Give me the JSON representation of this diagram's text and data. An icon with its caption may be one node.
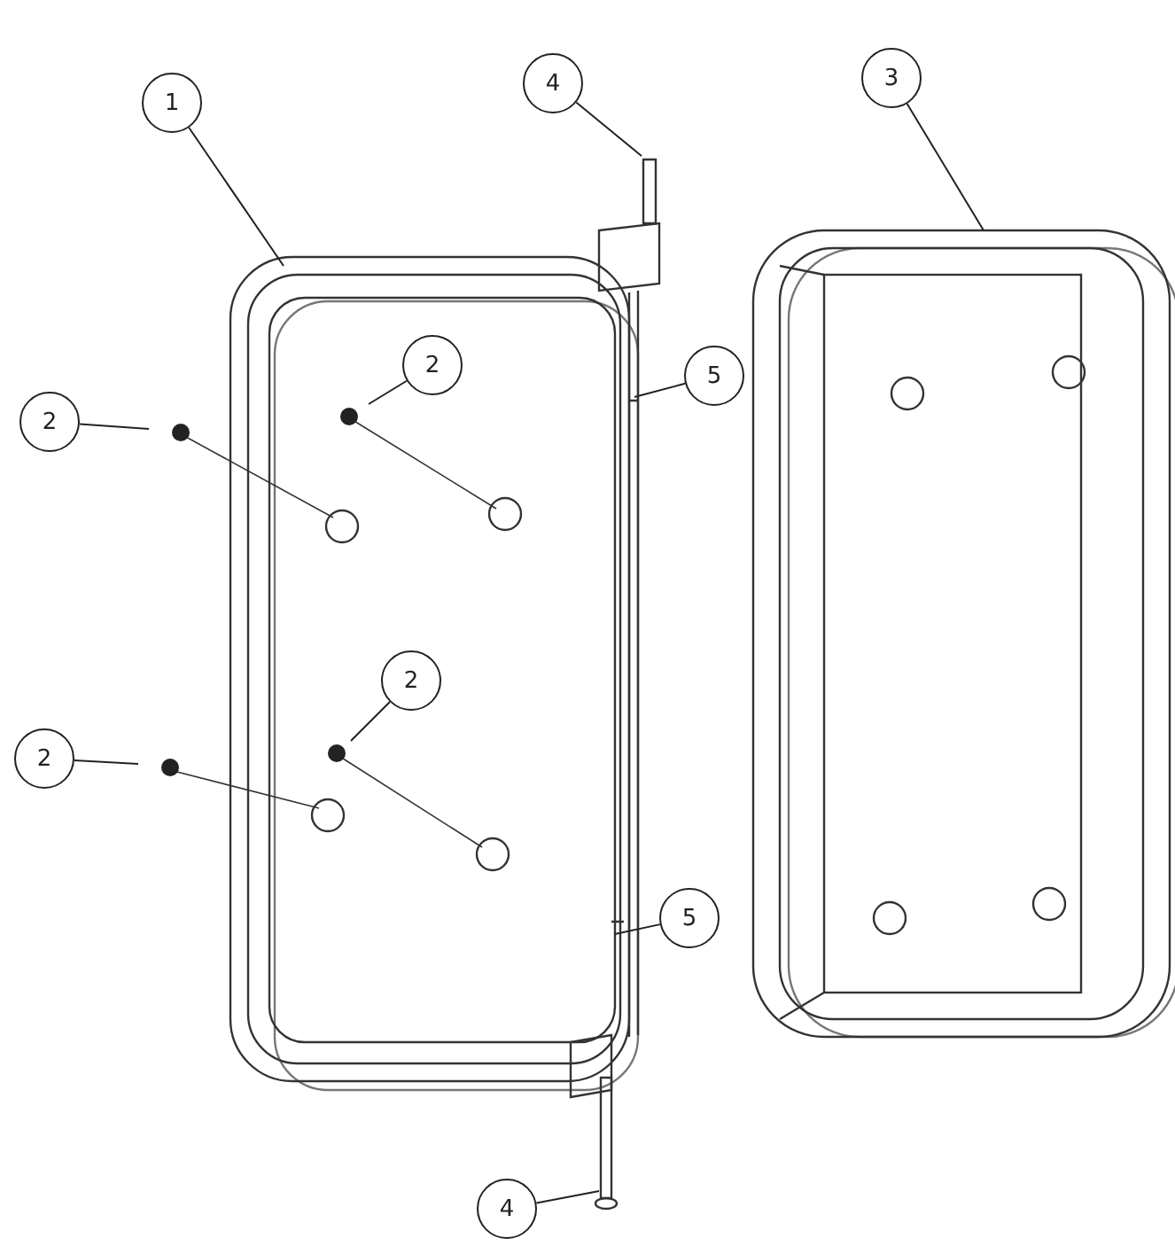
{
  "diagram": {
    "nodes": [
      {
        "text": [
          "3"
        ]
      },
      {
        "text": [
          "4"
        ]
      },
      {
        "text": [
          "1"
        ]
      },
      {
        "text": [
          "2"
        ]
      },
      {
        "text": [
          "5"
        ]
      },
      {
        "text": [
          "2"
        ]
      },
      {
        "text": [
          "2"
        ]
      },
      {
        "text": [
          "2"
        ]
      },
      {
        "text": [
          "5"
        ]
      },
      {
        "text": [
          "4"
        ]
      }
    ],
    "edges": [
      {
        "from": 0,
        "to": null,
        "arrow": "none"
      },
      {
        "from": 1,
        "to": null,
        "arrow": "none"
      },
      {
        "from": 2,
        "to": null,
        "arrow": "none"
      },
      {
        "from": 3,
        "to": null,
        "arrow": "none"
      },
      {
        "from": 4,
        "to": null,
        "arrow": "none"
      },
      {
        "from": 5,
        "to": null,
        "arrow": "none"
      },
      {
        "from": 6,
        "to": null,
        "arrow": "none"
      },
      {
        "from": 7,
        "to": null,
        "arrow": "none"
      },
      {
        "from": 8,
        "to": null,
        "arrow": "none"
      },
      {
        "from": 9,
        "to": null,
        "arrow": "none"
      }
    ]
  }
}
